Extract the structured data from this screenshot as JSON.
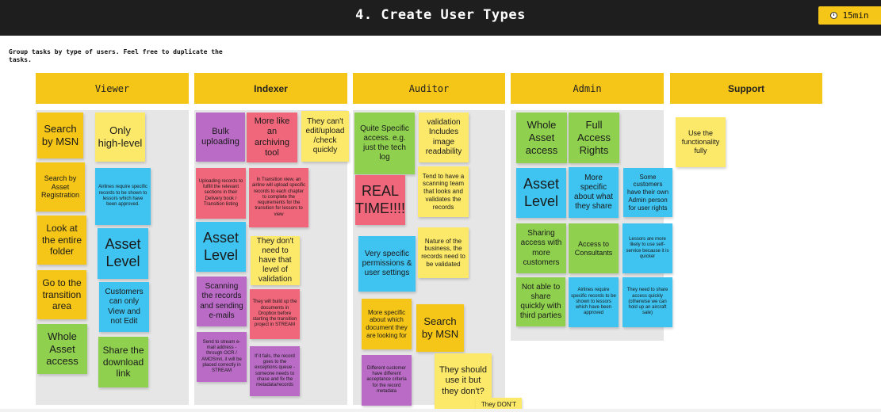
{
  "header": {
    "title": "4. Create User Types",
    "timer": "15min"
  },
  "instructions": "Group tasks by type of users. Feel free to duplicate the tasks.",
  "columns": [
    {
      "label": "Viewer"
    },
    {
      "label": "Indexer"
    },
    {
      "label": "Auditor"
    },
    {
      "label": "Admin"
    },
    {
      "label": "Support"
    }
  ],
  "notes": {
    "viewer": [
      "Search by MSN",
      "Only high-level",
      "Search by Asset Registration",
      "Airlines require specific records to be shown to lessors which have been approved.",
      "Look at the entire folder",
      "Asset Level",
      "Go to the transition area",
      "Customers can only View and not Edit",
      "Whole Asset access",
      "Share the download link"
    ],
    "indexer": [
      "Bulk uploading",
      "More like an archiving tool",
      "They can't edit/upload /check quickly",
      "Uploading records to fulfill the relevant sections in their Delivery book / Transition listing",
      "In Transition view, an airline will upload specific records to each chapter to complete the requirements for the transition for lessors to view",
      "Asset Level",
      "They don't need to have that level of validation",
      "Scanning the records and sending e-mails",
      "They will build up the documents in Dropbox before starting the transition project in STREAM",
      "Send to stream e-mail address - through OCR / AMOSmri, it will be placed correctly in STREAM",
      "If it fails, the record goes to the exceptions queue - someone needs to chase and fix the metadata/records"
    ],
    "auditor": [
      "Quite Specific access. e.g. just the tech log",
      "validation Includes image readability",
      "Tend to have a scanning team that looks and validates the records",
      "REAL TIME!!!!",
      "Very specific permissions & user settings",
      "Nature of the business, the records need to be validated",
      "More specific about which document they are looking for",
      "Search by MSN",
      "Different customer have different acceptance criteria for the record metadata",
      "They should use it but they don't?",
      "They DON'T"
    ],
    "admin": [
      "Whole Asset access",
      "Full Access Rights",
      "Asset Level",
      "More specific about what they share",
      "Some customers have their own Admin person for user rights",
      "Sharing access with more customers",
      "Access to Consultants",
      "Lessors are more likely to use self-service because it is quicker",
      "Not able to share quickly with third parties",
      "Airlines require specific records to be shown to lessors which have been approved",
      "They need to share access quickly (otherwise we can hold up an aircraft sale)"
    ],
    "support": [
      "Use the functionality fully"
    ]
  },
  "colors": {
    "topbar": "#1e1e1e",
    "header_yellow": "#f5c518",
    "column_bg": "#e6e6e6",
    "sticky_yellow": "#fce96a",
    "sticky_orange": "#f5c518",
    "sticky_green": "#8fd14f",
    "sticky_blue": "#3fc3f0",
    "sticky_purple": "#b96bc6",
    "sticky_red": "#f0667a"
  },
  "icons": {
    "timer": "timer-icon"
  }
}
